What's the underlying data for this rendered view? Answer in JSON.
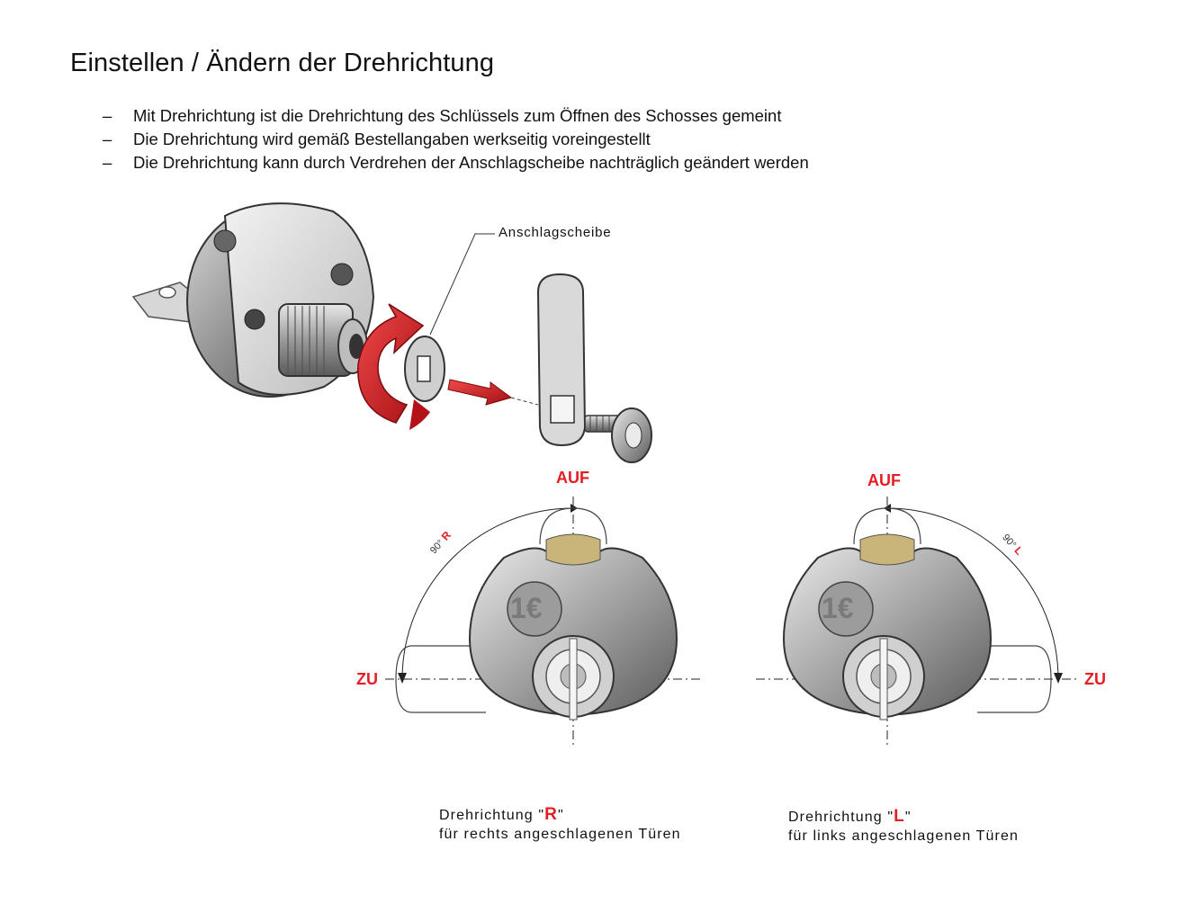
{
  "title": "Einstellen / Ändern der Drehrichtung",
  "bullets": [
    {
      "dash": "–",
      "text": "Mit Drehrichtung ist die Drehrichtung des Schlüssels zum Öffnen des Schosses gemeint"
    },
    {
      "dash": "–",
      "text": "Die Drehrichtung wird gemäß Bestellangaben werkseitig voreingestellt"
    },
    {
      "dash": "–",
      "text": "Die Drehrichtung kann durch Verdrehen der Anschlagscheibe nachträglich geändert werden"
    }
  ],
  "exploded_view": {
    "callout": "Anschlagscheibe"
  },
  "diagram_right": {
    "auf": "AUF",
    "zu": "ZU",
    "angle_value": "90°",
    "angle_letter": "R",
    "coin": "1€",
    "caption_prefix": "Drehrichtung \"",
    "caption_letter": "R",
    "caption_suffix": "\"",
    "caption_line2": "für rechts angeschlagenen Türen"
  },
  "diagram_left": {
    "auf": "AUF",
    "zu": "ZU",
    "angle_value": "90°",
    "angle_letter": "L",
    "coin": "1€",
    "caption_prefix": "Drehrichtung \"",
    "caption_letter": "L",
    "caption_suffix": "\"",
    "caption_line2": "für links angeschlagenen Türen"
  },
  "colors": {
    "accent_red": "#e31e24",
    "lock_grey": "#8a8a8a",
    "brass": "#c9b47a"
  }
}
